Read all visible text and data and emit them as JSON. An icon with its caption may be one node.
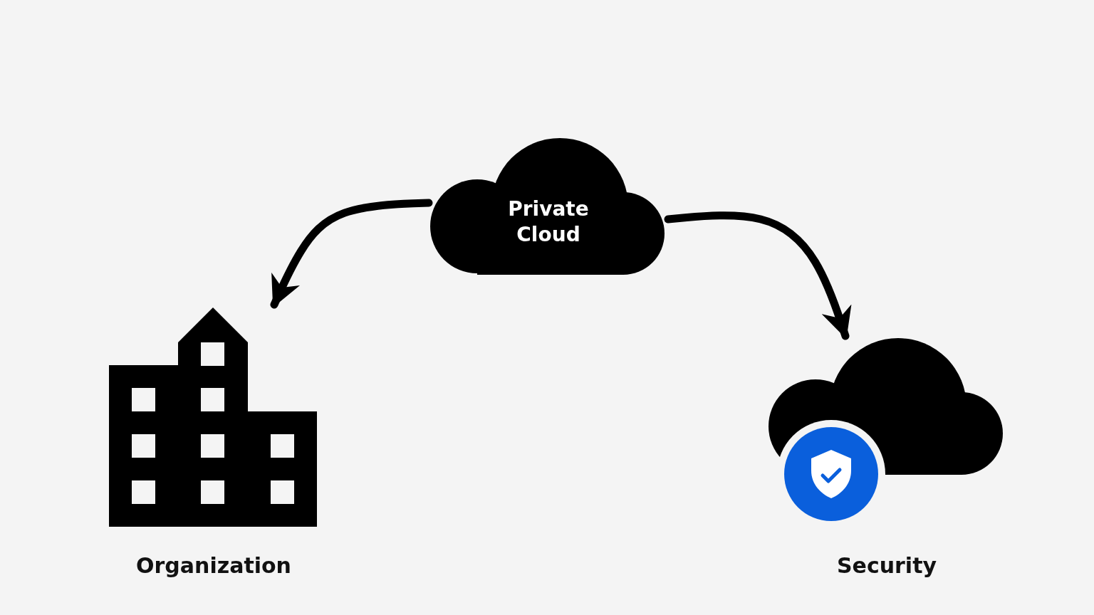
{
  "diagram": {
    "nodes": [
      {
        "text": [
          "Private Cloud"
        ]
      },
      {
        "text": [
          "Organization"
        ]
      },
      {
        "text": [
          "Security"
        ]
      }
    ],
    "edges": [
      {
        "from": 0,
        "to": 1,
        "arrow": "to"
      },
      {
        "from": 0,
        "to": 2,
        "arrow": "to"
      }
    ]
  }
}
